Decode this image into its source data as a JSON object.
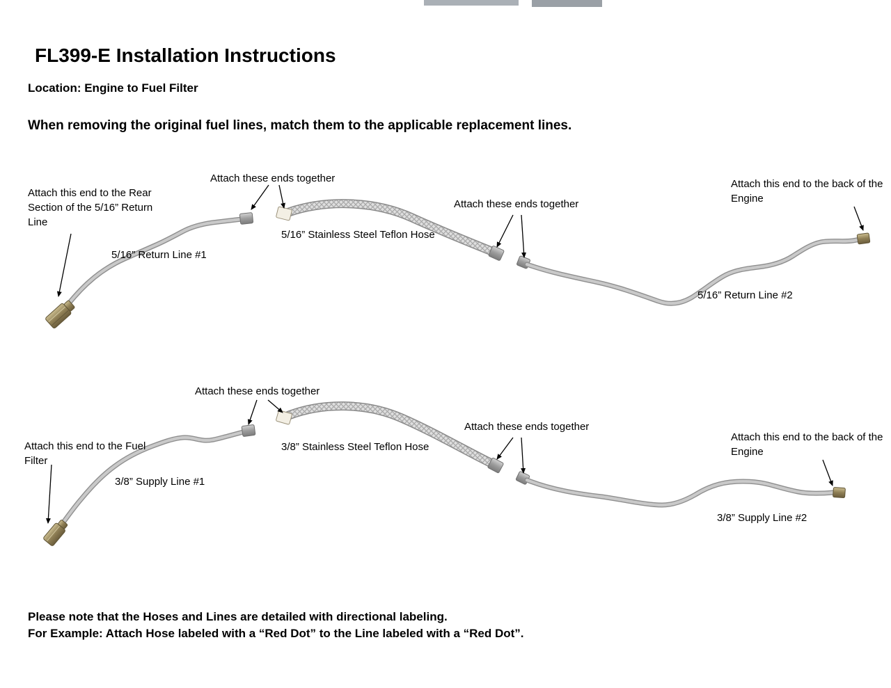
{
  "header": {
    "title": "FL399-E Installation Instructions",
    "location": "Location: Engine to Fuel Filter",
    "instruction": "When removing the original fuel lines, match them to the applicable replacement lines."
  },
  "return_diagram": {
    "attach_rear_label": "Attach this end to the Rear Section of the 5/16” Return Line",
    "attach_together_left": "Attach these ends together",
    "attach_together_right": "Attach these ends together",
    "attach_engine_label": "Attach this end to the back of the Engine",
    "hose_label": "5/16” Stainless Steel Teflon Hose",
    "line1_label": "5/16” Return Line #1",
    "line2_label": "5/16” Return Line #2"
  },
  "supply_diagram": {
    "attach_filter_label": "Attach this end to the Fuel Filter",
    "attach_together_left": "Attach these ends together",
    "attach_together_right": "Attach these ends together",
    "attach_engine_label": "Attach this end to the back of the Engine",
    "hose_label": "3/8” Stainless Steel Teflon Hose",
    "line1_label": "3/8” Supply Line #1",
    "line2_label": "3/8” Supply Line #2"
  },
  "footer": {
    "note_line1": "Please note that the Hoses and Lines are detailed with directional labeling.",
    "note_line2": "For Example: Attach Hose labeled with a “Red Dot” to the Line labeled with a “Red Dot”."
  }
}
